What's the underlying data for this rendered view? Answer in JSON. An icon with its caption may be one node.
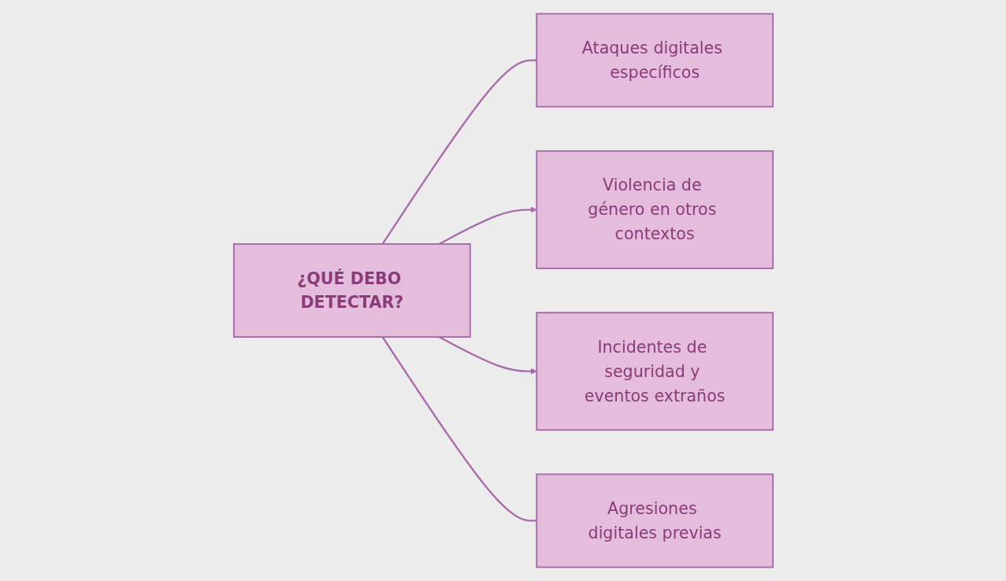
{
  "diagram": {
    "nodes": [
      {
        "text": [
          "Ataques digitales específicos"
        ]
      },
      {
        "text": [
          "Violencia de género en otros contextos"
        ]
      },
      {
        "text": [
          "¿QUÉ DEBO DETECTAR?"
        ]
      },
      {
        "text": [
          "Incidentes de seguridad y eventos extraños"
        ]
      },
      {
        "text": [
          "Agresiones digitales previas"
        ]
      }
    ],
    "edges": [
      {
        "from": 2,
        "to": 0,
        "arrow": "none"
      },
      {
        "from": 2,
        "to": 1,
        "arrow": "to"
      },
      {
        "from": 2,
        "to": 3,
        "arrow": "to"
      },
      {
        "from": 2,
        "to": 4,
        "arrow": "none"
      }
    ]
  }
}
